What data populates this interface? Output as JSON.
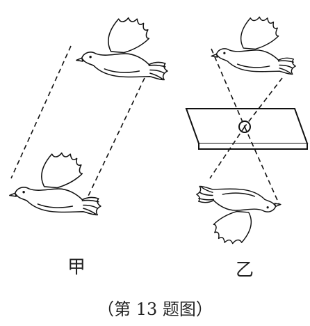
{
  "labels": {
    "left": "甲",
    "right": "乙",
    "caption": "（第 13 题图）"
  }
}
